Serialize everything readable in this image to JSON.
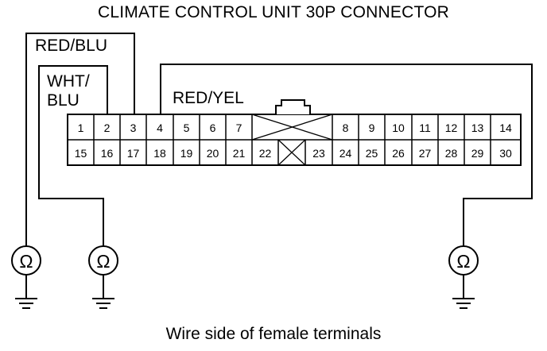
{
  "title": "CLIMATE CONTROL UNIT 30P CONNECTOR",
  "footer": "Wire side of female terminals",
  "wires": {
    "red_blu": "RED/BLU",
    "wht_blu_line1": "WHT/",
    "wht_blu_line2": "BLU",
    "red_yel": "RED/YEL"
  },
  "connector": {
    "top_row": [
      "1",
      "2",
      "3",
      "4",
      "5",
      "6",
      "7",
      "",
      "8",
      "9",
      "10",
      "11",
      "12",
      "13",
      "14"
    ],
    "bottom_row": [
      "15",
      "16",
      "17",
      "18",
      "19",
      "20",
      "21",
      "22",
      "",
      "23",
      "24",
      "25",
      "26",
      "27",
      "28",
      "29",
      "30"
    ]
  },
  "meter_symbol": "Ω",
  "colors": {
    "line": "#000000",
    "background": "#ffffff"
  }
}
